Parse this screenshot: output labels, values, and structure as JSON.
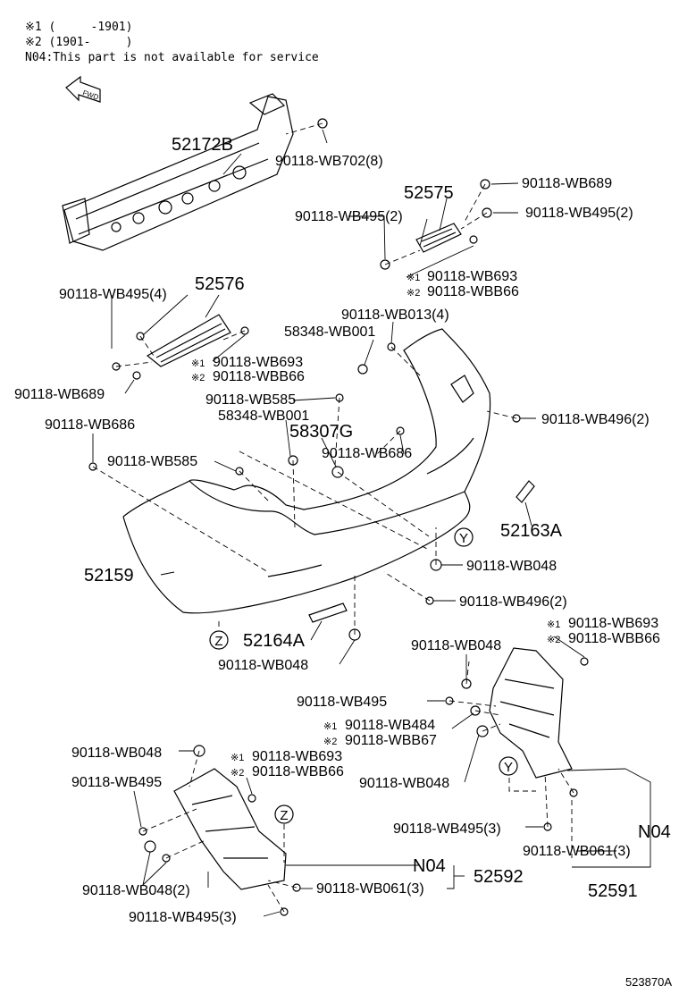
{
  "notes": {
    "mark1": "※1 (     -1901)",
    "mark2": "※2 (1901-     )",
    "n04": "N04:This part is not available for service"
  },
  "fwd": "FWD",
  "marks": {
    "m1": "※1",
    "m2": "※2"
  },
  "circles": {
    "y": "Y",
    "z": "Z"
  },
  "labels": {
    "p52172B": "52172B",
    "wb702": "90118-WB702(8)",
    "p52575": "52575",
    "wb689a": "90118-WB689",
    "wb495_2a": "90118-WB495(2)",
    "wb495_2b": "90118-WB495(2)",
    "wb693a": "90118-WB693",
    "wbb66a": "90118-WBB66",
    "wb495_4": "90118-WB495(4)",
    "p52576": "52576",
    "wb013": "90118-WB013(4)",
    "wb001a": "58348-WB001",
    "wb693b": "90118-WB693",
    "wbb66b": "90118-WBB66",
    "wb689b": "90118-WB689",
    "wb585a": "90118-WB585",
    "wb001b": "58348-WB001",
    "wb496a": "90118-WB496(2)",
    "wb686a": "90118-WB686",
    "p58307G": "58307G",
    "wb686b": "90118-WB686",
    "wb585b": "90118-WB585",
    "p52163A": "52163A",
    "wb048a": "90118-WB048",
    "p52159": "52159",
    "wb496b": "90118-WB496(2)",
    "wb693c": "90118-WB693",
    "wbb66c": "90118-WBB66",
    "p52164A": "52164A",
    "wb048b": "90118-WB048",
    "wb048c": "90118-WB048",
    "wb495a": "90118-WB495",
    "wb484": "90118-WB484",
    "wbb67": "90118-WBB67",
    "wb048d": "90118-WB048",
    "wb693d": "90118-WB693",
    "wbb66d": "90118-WBB66",
    "wb048e": "90118-WB048",
    "wb495b": "90118-WB495",
    "wb495_3a": "90118-WB495(3)",
    "n04a": "N04",
    "wb061a": "90118-WB061(3)",
    "p52591": "52591",
    "n04b": "N04",
    "p52592": "52592",
    "wb048_2": "90118-WB048(2)",
    "wb061b": "90118-WB061(3)",
    "wb495_3b": "90118-WB495(3)"
  },
  "footer": "523870A"
}
